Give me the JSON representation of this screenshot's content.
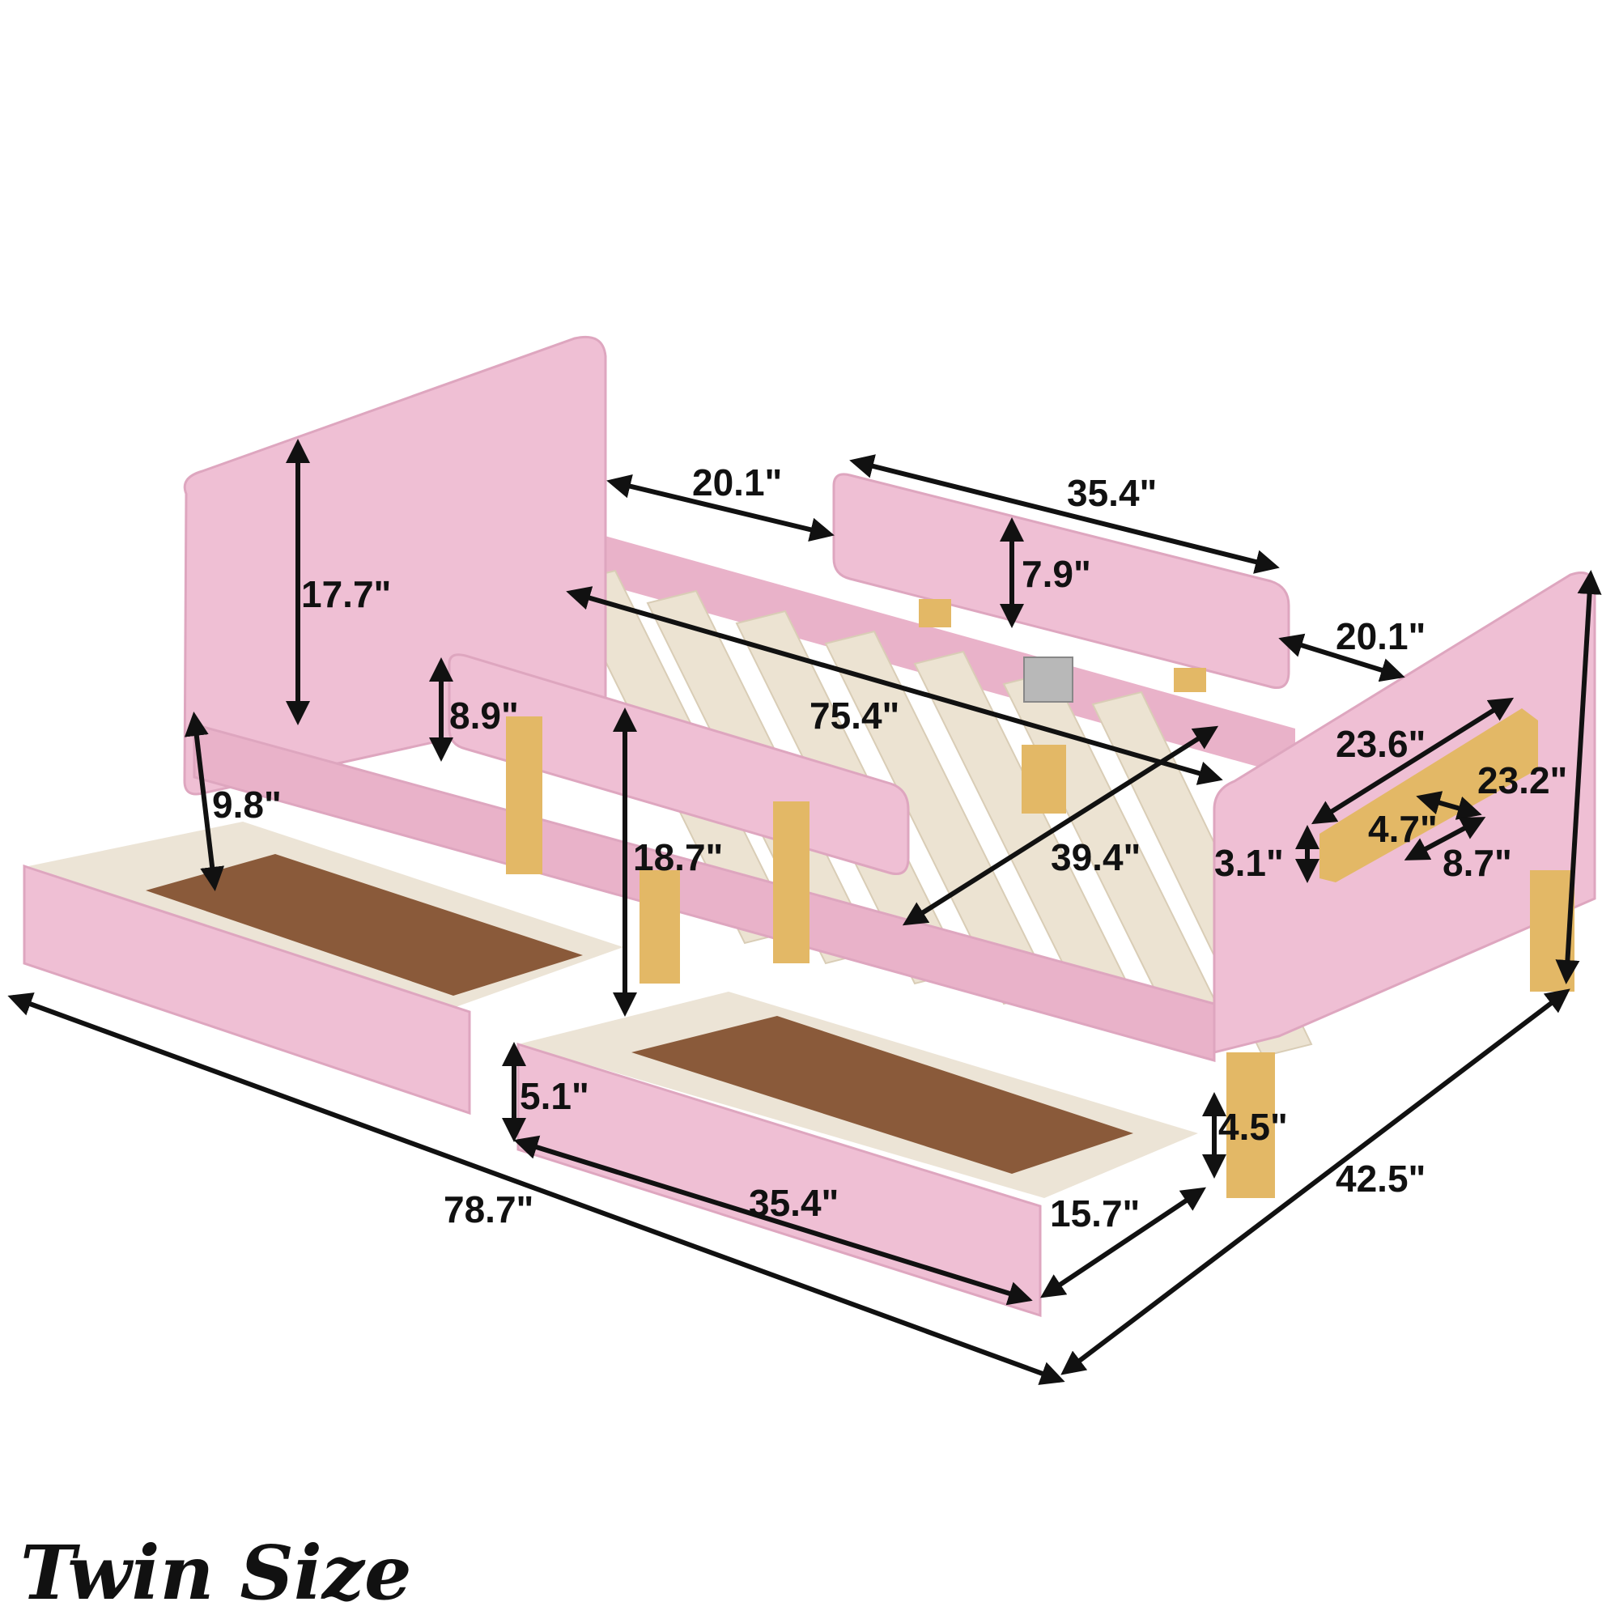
{
  "title": "Twin Size",
  "colors": {
    "frame_pink": "#efbfd4",
    "frame_pink_dark": "#dfa2bd",
    "slat_wood": "#ece3d2",
    "leg_wood": "#e3b866",
    "drawer_floor": "#8a5a3a",
    "drawer_inner": "#ece4d6",
    "ink": "#111111"
  },
  "dimensions": {
    "headboard_height": "17.7\"",
    "headboard_to_rail_gap": "20.1\"",
    "top_rail_length": "35.4\"",
    "top_rail_height": "7.9\"",
    "rail_to_footboard_gap": "20.1\"",
    "side_rail_height": "8.9\"",
    "mattress_length": "75.4\"",
    "front_rail_height": "18.7\"",
    "mattress_width": "39.4\"",
    "side_panel_drop": "9.8\"",
    "shelf_length": "23.6\"",
    "footboard_height": "23.2\"",
    "shelf_height": "3.1\"",
    "shelf_depth": "4.7\"",
    "shelf_width": "8.7\"",
    "drawer_height": "5.1\"",
    "drawer_length": "35.4\"",
    "drawer_depth": "15.7\"",
    "leg_clearance": "4.5\"",
    "overall_length": "78.7\"",
    "overall_width": "42.5\""
  }
}
